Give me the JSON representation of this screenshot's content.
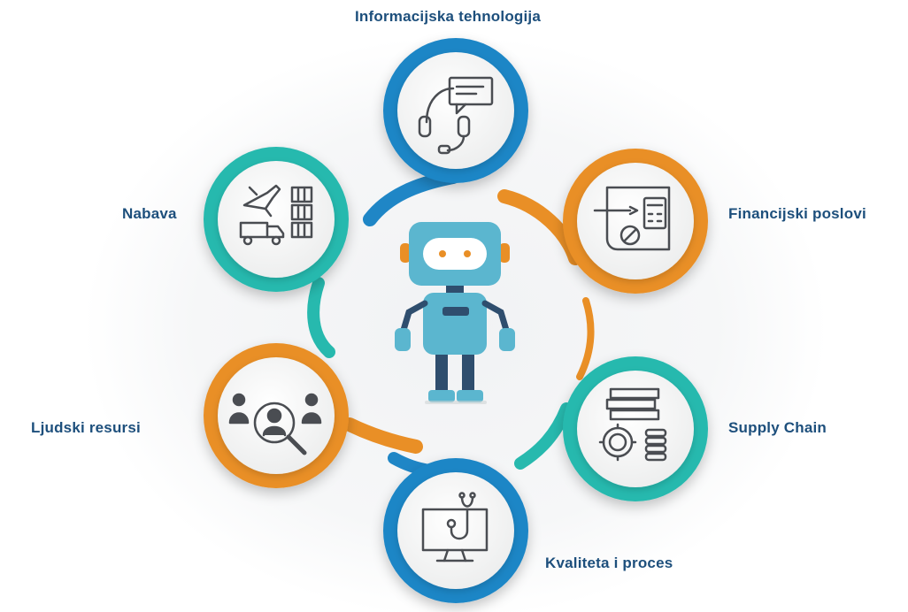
{
  "colors": {
    "blue": "#1f86c6",
    "teal": "#27b9ae",
    "orange": "#e98f26",
    "label": "#1d4f7c",
    "icon_stroke": "#4a4d52",
    "robot_body": "#5bb6cf",
    "robot_dark": "#2f4e6e"
  },
  "hub": {
    "center_icon": "robot-icon"
  },
  "nodes": [
    {
      "id": "it",
      "label": "Informacijska tehnologija",
      "color": "blue",
      "icon": "headset-chat-icon"
    },
    {
      "id": "fin",
      "label": "Financijski poslovi",
      "color": "orange",
      "icon": "invoice-calculator-icon"
    },
    {
      "id": "sc",
      "label": "Supply Chain",
      "color": "teal",
      "icon": "money-gear-coins-icon"
    },
    {
      "id": "kv",
      "label": "Kvaliteta i proces",
      "color": "blue",
      "icon": "monitor-stethoscope-icon"
    },
    {
      "id": "lj",
      "label": "Ljudski resursi",
      "color": "orange",
      "icon": "people-search-icon"
    },
    {
      "id": "nab",
      "label": "Nabava",
      "color": "teal",
      "icon": "plane-truck-containers-icon"
    }
  ]
}
